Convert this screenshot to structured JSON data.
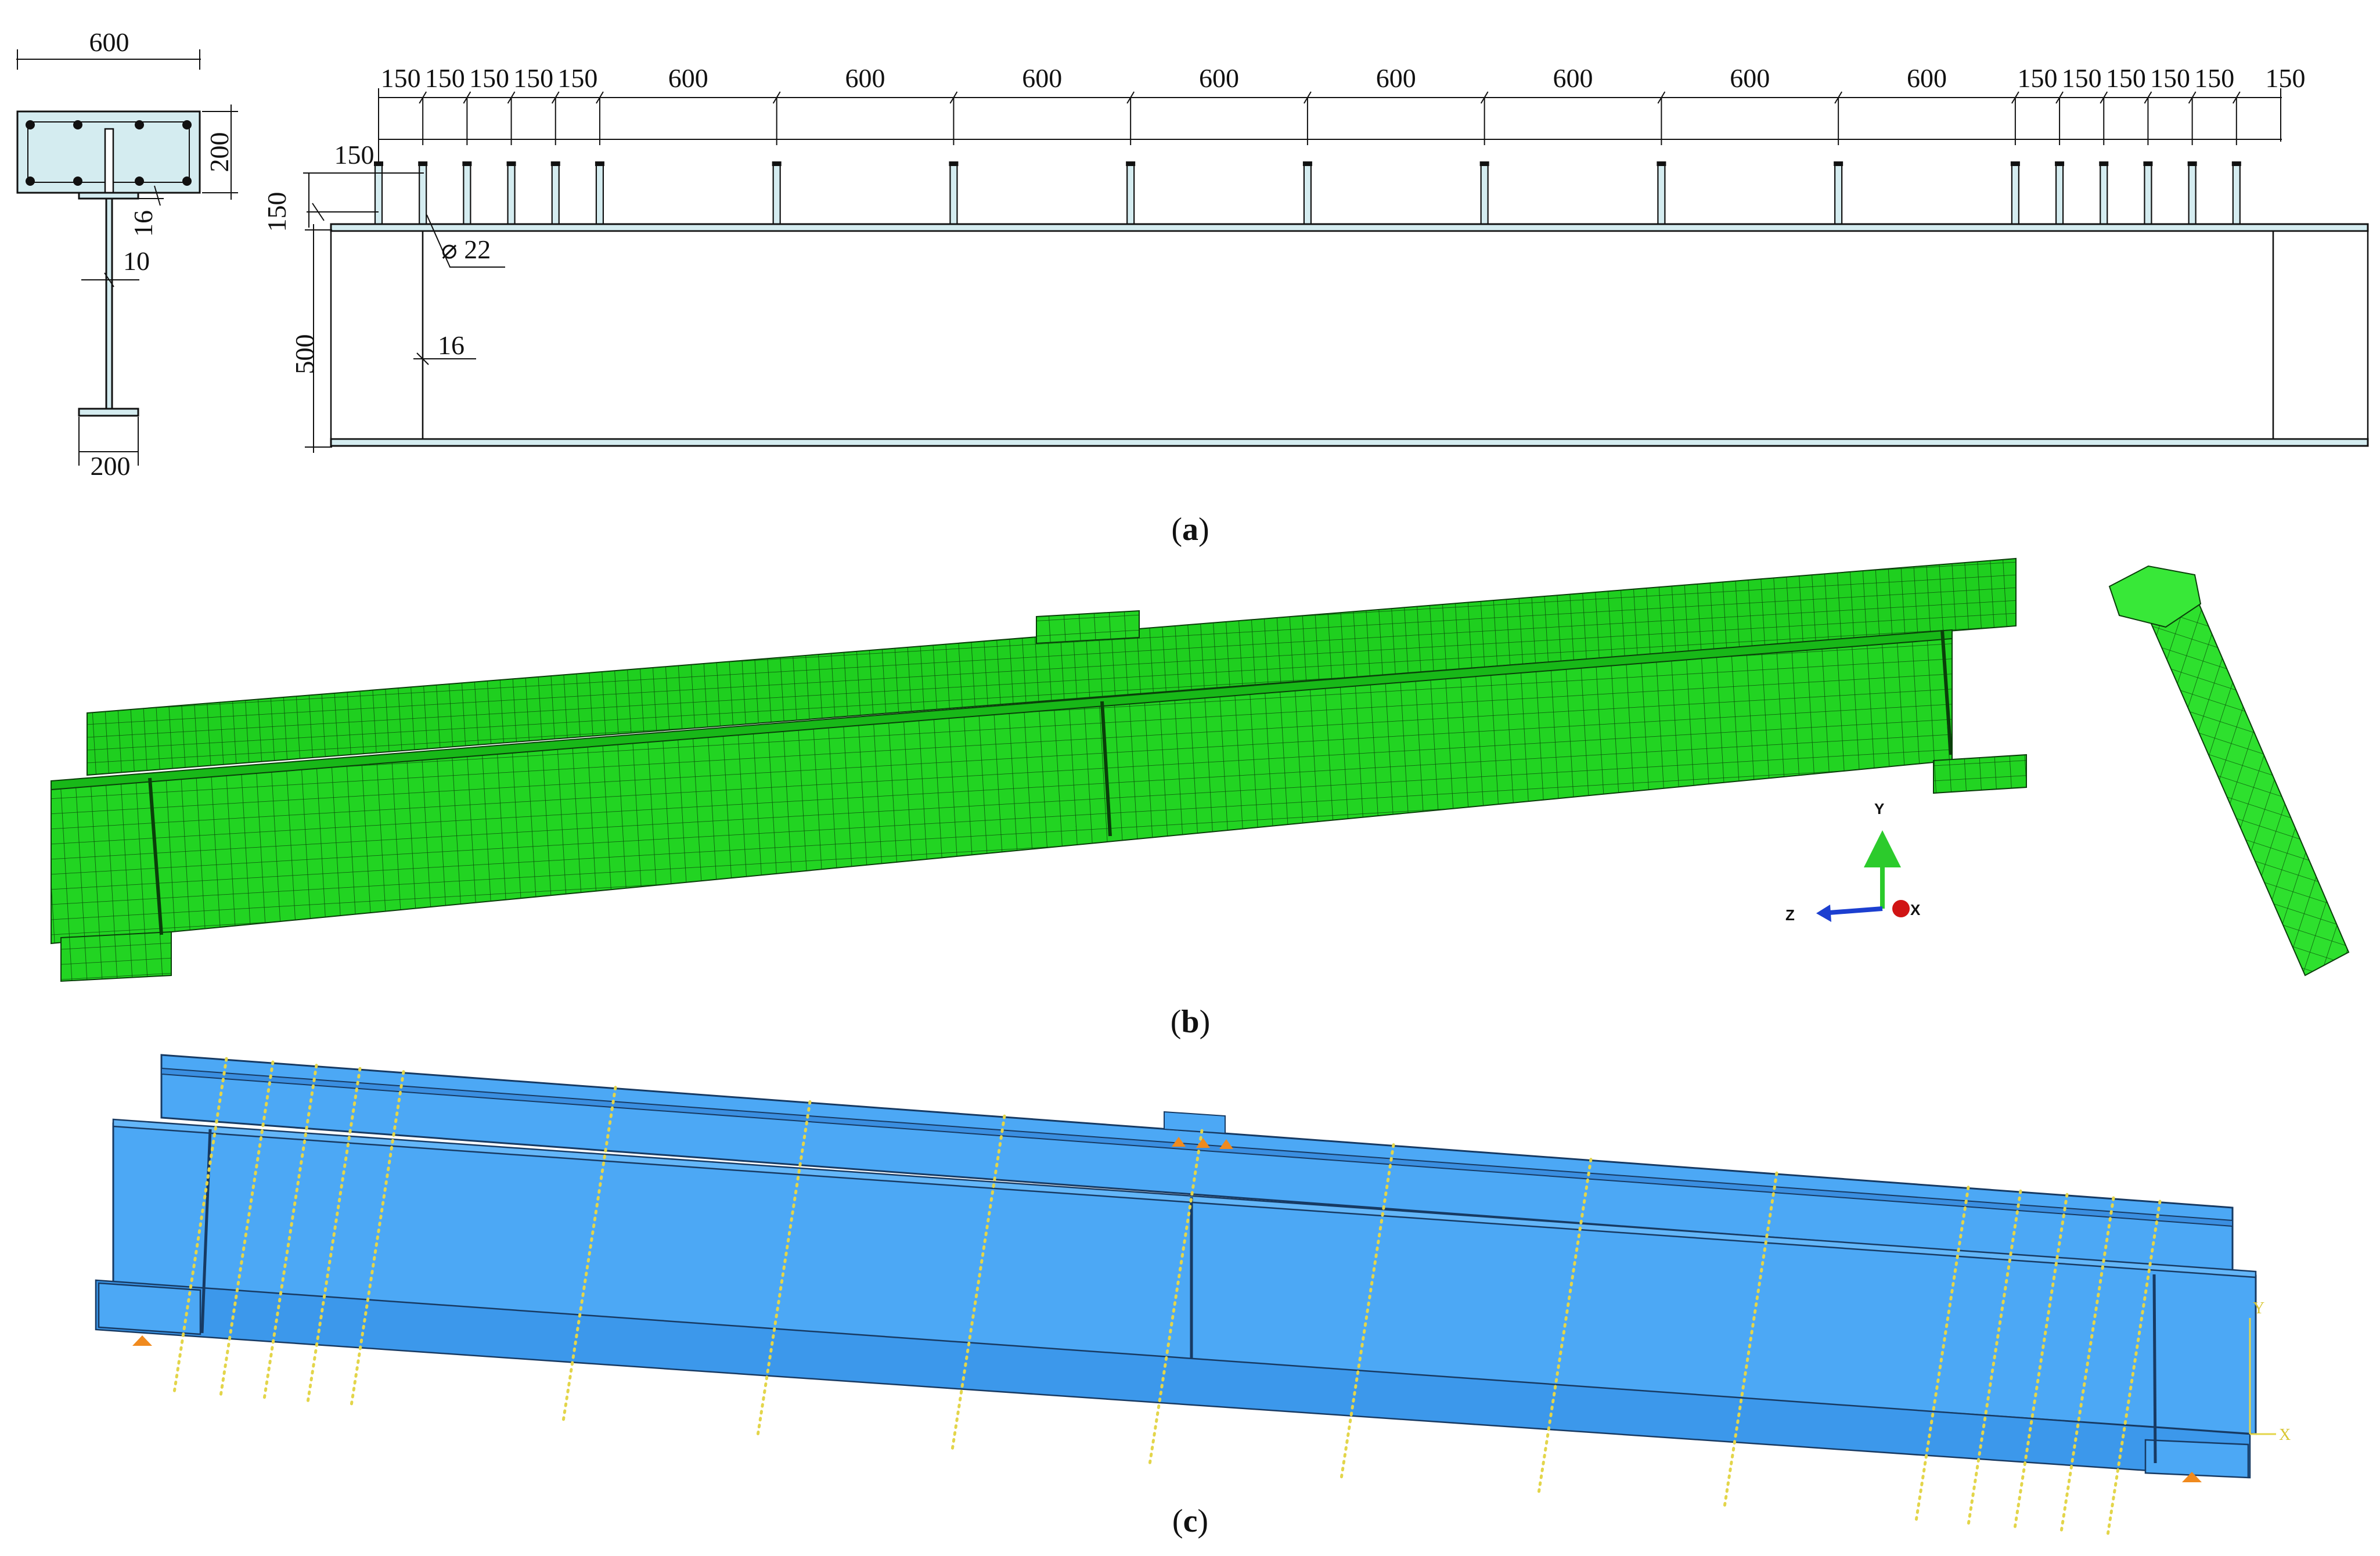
{
  "cross_section": {
    "width": "600",
    "slab_depth": "200",
    "flange_thickness": "16",
    "web_thickness": "10",
    "bottom_flange_width": "200"
  },
  "elevation": {
    "stud_spacings": [
      "150",
      "150",
      "150",
      "150",
      "150",
      "600",
      "600",
      "600",
      "600",
      "600",
      "600",
      "600",
      "600",
      "150",
      "150",
      "150",
      "150",
      "150"
    ],
    "last_spacing": "150",
    "first_stud_offset": "150",
    "slab_thickness": "150",
    "stud_diameter": "⌀ 22",
    "beam_depth": "500",
    "stiffener_thickness": "16"
  },
  "captions": {
    "a": "a",
    "b": "b",
    "c": "c"
  },
  "axes_triad": {
    "y": "Y",
    "z": "Z",
    "x": "X"
  },
  "model_axes": {
    "x": "X",
    "y": "Y"
  },
  "colors": {
    "mesh_green": "#1fcf1f",
    "mesh_line": "#0b4d0b",
    "model_blue": "#4ca8f5",
    "stud_yellow": "#e3d54a",
    "support_orange": "#f08a1e",
    "steel_fill": "#d4ecf0"
  }
}
